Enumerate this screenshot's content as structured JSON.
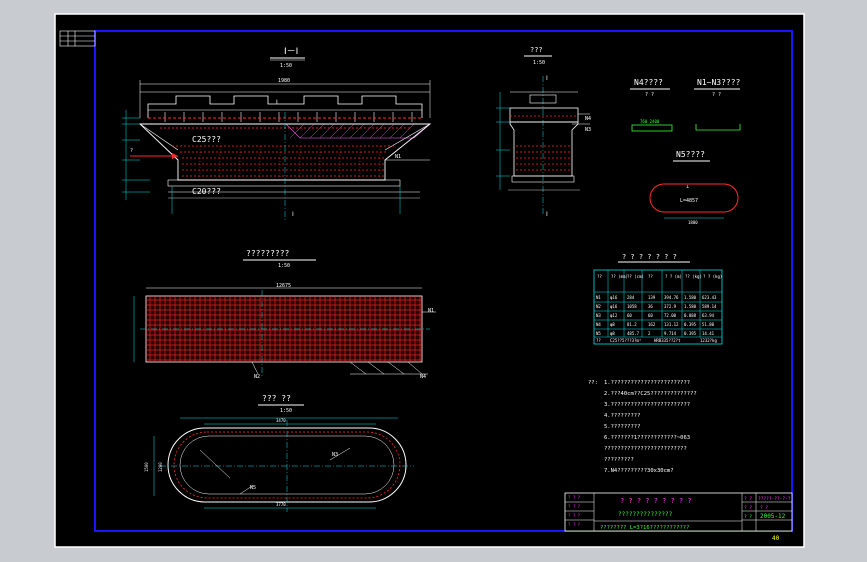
{
  "views": {
    "elevation_title": "Ⅰ－Ⅰ",
    "elevation_scale": "1:50",
    "side_title": "???",
    "side_scale": "1:50",
    "plan_title": "?????????",
    "plan_scale": "1:50",
    "bottom_title": "???  ??",
    "bottom_scale": "1:50",
    "n4_title": "N4????",
    "n4_scale": "? ?",
    "n1n3_title": "N1~N3????",
    "n1n3_scale": "? ?",
    "n5_title": "N5????",
    "n5_dim": "L=4857",
    "n5_width": "1800"
  },
  "labels": {
    "c25": "C25???",
    "c20": "C20???",
    "n1": "N1",
    "n2": "N2",
    "n3": "N3",
    "n4": "N4",
    "n5": "N5",
    "dim_top": "1980",
    "dim_plan": "12675",
    "dim_bottom_a": "3470",
    "dim_bottom_b": "3770",
    "dim_bottom_h": "1200",
    "dim_bottom_h2": "1500",
    "section_mark": "Ⅰ"
  },
  "table": {
    "title": "? ? ? ? ? ? ?",
    "headers": [
      "??",
      "??\n(mm)",
      "??\n(cm)",
      "??",
      "? ?\n(m)",
      "??\n(kg)",
      "? ?\n(kg)"
    ],
    "rows": [
      [
        "N1",
        "φ16",
        "284",
        "139",
        "394.76",
        "1.580",
        "623.43"
      ],
      [
        "N2",
        "φ16",
        "1058",
        "36",
        "372.9",
        "1.580",
        "589.14"
      ],
      [
        "N3",
        "φ12",
        "60",
        "60",
        "72.00",
        "0.888",
        "63.94"
      ],
      [
        "N4",
        "φ8",
        "81.2",
        "162",
        "131.12",
        "0.395",
        "51.80"
      ],
      [
        "N5",
        "φ8",
        "485.7",
        "2",
        "9.714",
        "0.395",
        "14.41"
      ]
    ],
    "total": [
      "??",
      "C25??5???3?m³",
      "HRB335??2?t",
      "1232?kg"
    ]
  },
  "notes": {
    "heading": "??:",
    "lines": [
      "1.????????????????????????",
      "2.???40cm??C25??????????????",
      "3.????????????????????????",
      "4.?????????",
      "5.?????????",
      "6.???????1????????????~063",
      "  ?????????????????????????",
      "  ?????????",
      "7.N4?????????30x30cm?"
    ]
  },
  "titleblock": {
    "project": "? ? ? ? ? ? ? ? ?",
    "subject": "???????????????",
    "drawing": "????????  L=3?16????????????",
    "r1a": "? ?",
    "r1b": "?????-??-?-?",
    "r2a": "? ?",
    "r2b": "? ?",
    "r3a": "? ?",
    "r3b": "2005-12",
    "sheet_no": "40"
  },
  "colors": {
    "frame_bg": "#000000",
    "outer_border": "#ffffff",
    "inner_border": "#1515ff",
    "line": "#ffffff",
    "dim": "#00e5e5",
    "rebar": "#ff2a2a",
    "green": "#33ff33",
    "magenta": "#ff33ff",
    "yellow": "#ffff33",
    "hatch": "#ff66ff"
  }
}
